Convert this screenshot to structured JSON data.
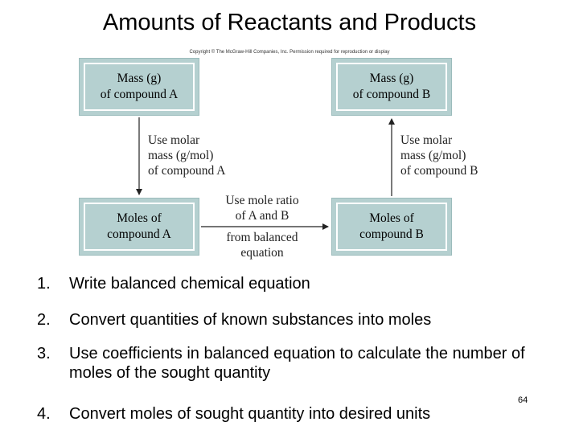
{
  "title": "Amounts of Reactants and Products",
  "copyright": "Copyright © The McGraw-Hill Companies, Inc. Permission required for reproduction or display",
  "diagram": {
    "box_mass_a": [
      "Mass (g)",
      "of compound A"
    ],
    "box_mass_b": [
      "Mass (g)",
      "of compound B"
    ],
    "box_moles_a": [
      "Moles of",
      "compound A"
    ],
    "box_moles_b": [
      "Moles of",
      "compound B"
    ],
    "label_left": [
      "Use molar",
      "mass (g/mol)",
      "of compound A"
    ],
    "label_right": [
      "Use molar",
      "mass (g/mol)",
      "of compound B"
    ],
    "label_middle_top": [
      "Use mole ratio",
      "of A and B"
    ],
    "label_middle_bottom": [
      "from balanced",
      "equation"
    ]
  },
  "steps": [
    {
      "num": "1.",
      "text": "Write balanced chemical equation"
    },
    {
      "num": "2.",
      "text": "Convert quantities of known substances into moles"
    },
    {
      "num": "3.",
      "text": "Use coefficients in balanced equation to calculate the number of moles of the sought quantity"
    },
    {
      "num": "4.",
      "text": "Convert moles of sought quantity into desired units"
    }
  ],
  "page_number": "64"
}
